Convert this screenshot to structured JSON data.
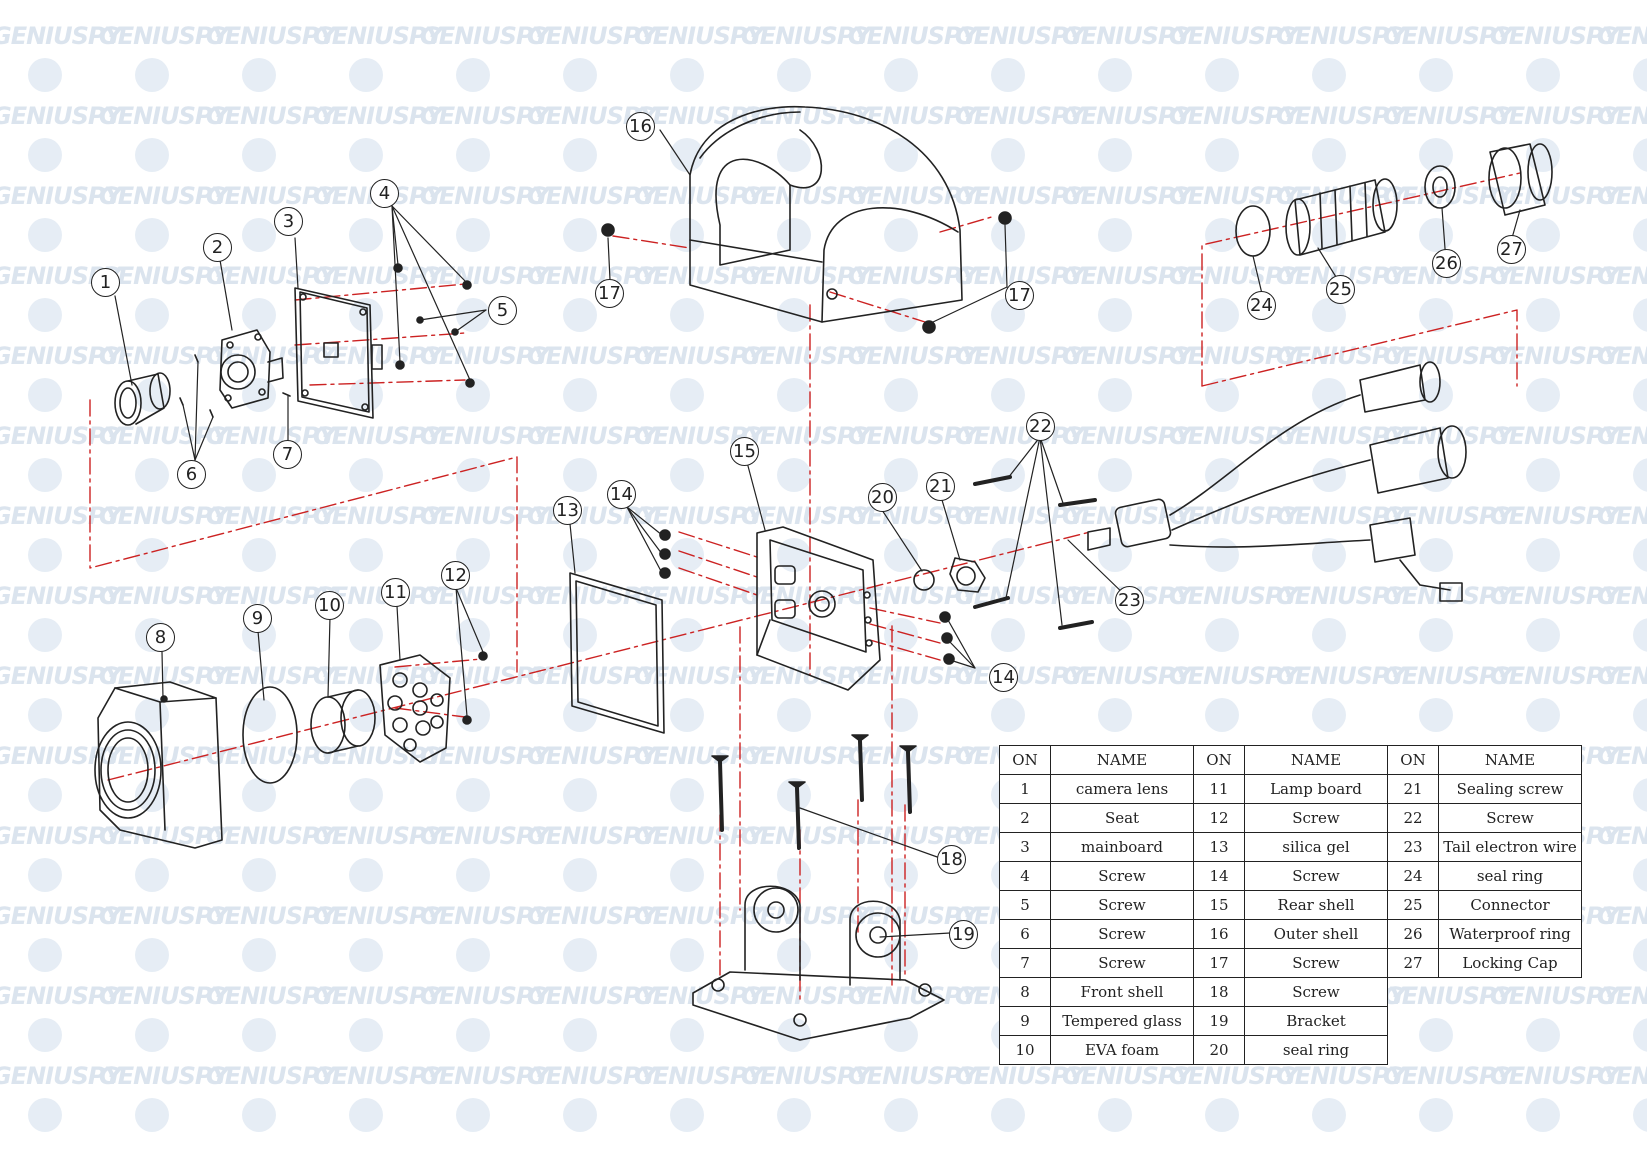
{
  "watermark": "GENIUSPY",
  "callouts": [
    "1",
    "2",
    "3",
    "4",
    "5",
    "6",
    "7",
    "8",
    "9",
    "10",
    "11",
    "12",
    "13",
    "14",
    "14",
    "15",
    "16",
    "17",
    "17",
    "18",
    "19",
    "20",
    "21",
    "22",
    "23",
    "24",
    "25",
    "26",
    "27"
  ],
  "parts_table": {
    "headers": {
      "no": "ON",
      "name": "NAME"
    },
    "columns": [
      [
        {
          "no": "1",
          "name": "camera lens"
        },
        {
          "no": "2",
          "name": "Seat"
        },
        {
          "no": "3",
          "name": "mainboard"
        },
        {
          "no": "4",
          "name": "Screw"
        },
        {
          "no": "5",
          "name": "Screw"
        },
        {
          "no": "6",
          "name": "Screw"
        },
        {
          "no": "7",
          "name": "Screw"
        },
        {
          "no": "8",
          "name": "Front shell"
        },
        {
          "no": "9",
          "name": "Tempered glass"
        },
        {
          "no": "10",
          "name": "EVA foam"
        }
      ],
      [
        {
          "no": "11",
          "name": "Lamp board"
        },
        {
          "no": "12",
          "name": "Screw"
        },
        {
          "no": "13",
          "name": "silica gel"
        },
        {
          "no": "14",
          "name": "Screw"
        },
        {
          "no": "15",
          "name": "Rear shell"
        },
        {
          "no": "16",
          "name": "Outer shell"
        },
        {
          "no": "17",
          "name": "Screw"
        },
        {
          "no": "18",
          "name": "Screw"
        },
        {
          "no": "19",
          "name": "Bracket"
        },
        {
          "no": "20",
          "name": "seal ring"
        }
      ],
      [
        {
          "no": "21",
          "name": "Sealing screw"
        },
        {
          "no": "22",
          "name": "Screw"
        },
        {
          "no": "23",
          "name": "Tail electron wire"
        },
        {
          "no": "24",
          "name": "seal ring"
        },
        {
          "no": "25",
          "name": "Connector"
        },
        {
          "no": "26",
          "name": "Waterproof ring"
        },
        {
          "no": "27",
          "name": "Locking Cap"
        }
      ]
    ]
  },
  "colors": {
    "line": "#222222",
    "dash": "#cc2222",
    "watermark": "#dbe4ee"
  }
}
